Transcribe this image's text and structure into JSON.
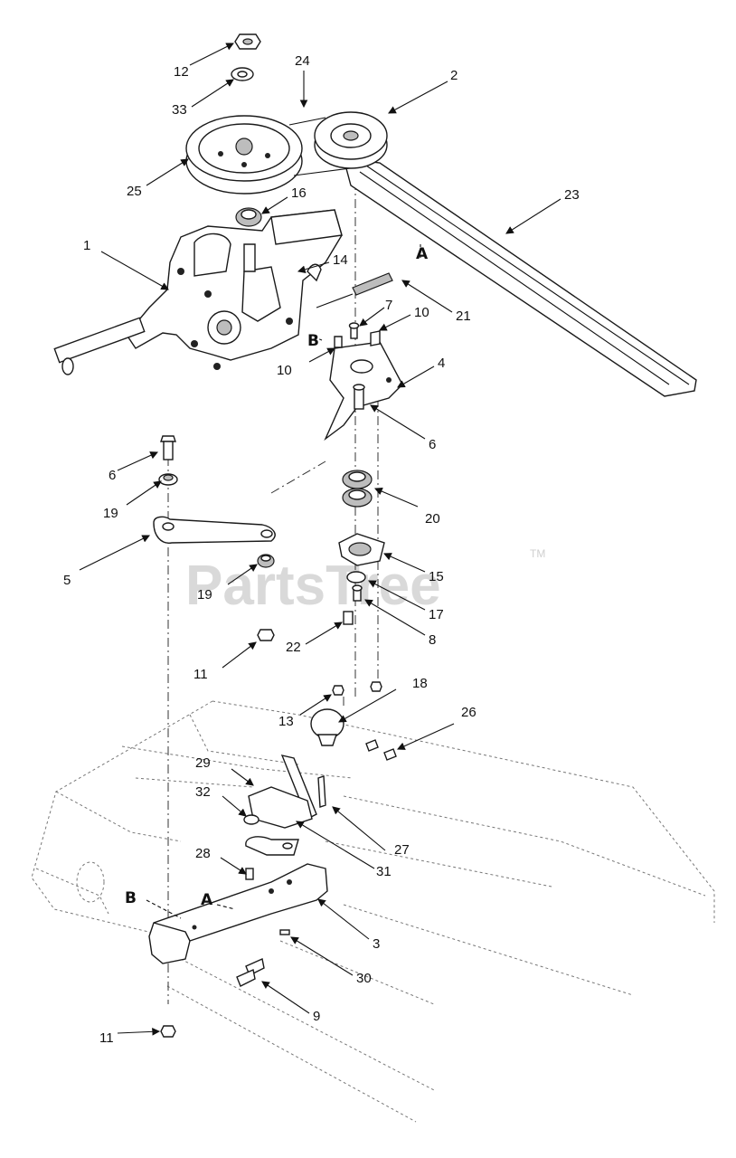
{
  "watermark": {
    "brand": "PartsTree",
    "trademark": "TM"
  },
  "callouts": [
    {
      "id": "c12",
      "text": "12"
    },
    {
      "id": "c33",
      "text": "33"
    },
    {
      "id": "c24",
      "text": "24"
    },
    {
      "id": "c2",
      "text": "2"
    },
    {
      "id": "c25",
      "text": "25"
    },
    {
      "id": "c16",
      "text": "16"
    },
    {
      "id": "c23",
      "text": "23"
    },
    {
      "id": "c1",
      "text": "1"
    },
    {
      "id": "c14",
      "text": "14"
    },
    {
      "id": "c21",
      "text": "21"
    },
    {
      "id": "c7",
      "text": "7"
    },
    {
      "id": "c10a",
      "text": "10"
    },
    {
      "id": "c10b",
      "text": "10"
    },
    {
      "id": "c4",
      "text": "4"
    },
    {
      "id": "c6a",
      "text": "6"
    },
    {
      "id": "c6b",
      "text": "6"
    },
    {
      "id": "c19a",
      "text": "19"
    },
    {
      "id": "c20",
      "text": "20"
    },
    {
      "id": "c5",
      "text": "5"
    },
    {
      "id": "c15",
      "text": "15"
    },
    {
      "id": "c19b",
      "text": "19"
    },
    {
      "id": "c17",
      "text": "17"
    },
    {
      "id": "c8",
      "text": "8"
    },
    {
      "id": "c22",
      "text": "22"
    },
    {
      "id": "c11a",
      "text": "11"
    },
    {
      "id": "c18",
      "text": "18"
    },
    {
      "id": "c13",
      "text": "13"
    },
    {
      "id": "c26",
      "text": "26"
    },
    {
      "id": "c29",
      "text": "29"
    },
    {
      "id": "c32",
      "text": "32"
    },
    {
      "id": "c27",
      "text": "27"
    },
    {
      "id": "c31",
      "text": "31"
    },
    {
      "id": "c28",
      "text": "28"
    },
    {
      "id": "c3",
      "text": "3"
    },
    {
      "id": "c30",
      "text": "30"
    },
    {
      "id": "c9",
      "text": "9"
    },
    {
      "id": "c11b",
      "text": "11"
    }
  ],
  "reference_marks": [
    {
      "id": "refA_top",
      "text": "A"
    },
    {
      "id": "refB_top",
      "text": "B"
    },
    {
      "id": "refB_bottom",
      "text": "B"
    },
    {
      "id": "refA_bottom",
      "text": "A"
    }
  ]
}
